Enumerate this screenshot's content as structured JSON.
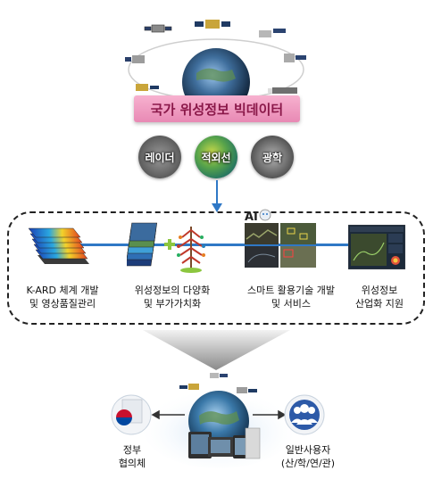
{
  "banner": {
    "title": "국가 위성정보 빅데이터"
  },
  "sources": [
    {
      "label": "레이더"
    },
    {
      "label": "적외선"
    },
    {
      "label": "광학"
    }
  ],
  "ai_badge": "AI",
  "steps": [
    {
      "line1": "K-ARD 체계 개발",
      "line2": "및 영상품질관리"
    },
    {
      "line1": "위성정보의 다양화",
      "line2": "및 부가가치화"
    },
    {
      "line1": "스마트 활용기술 개발",
      "line2": "및 서비스"
    },
    {
      "line1": "위성정보",
      "line2": "산업화 지원"
    }
  ],
  "recipients": {
    "government": {
      "line1": "정부",
      "line2": "협의체"
    },
    "public": {
      "line1": "일반사용자",
      "line2": "(산/학/연/관)"
    }
  },
  "colors": {
    "banner": "#e889b4",
    "pipeline_line": "#2f78c6",
    "plus": "#8cc63f",
    "user_circle": "#2d5aa8"
  }
}
